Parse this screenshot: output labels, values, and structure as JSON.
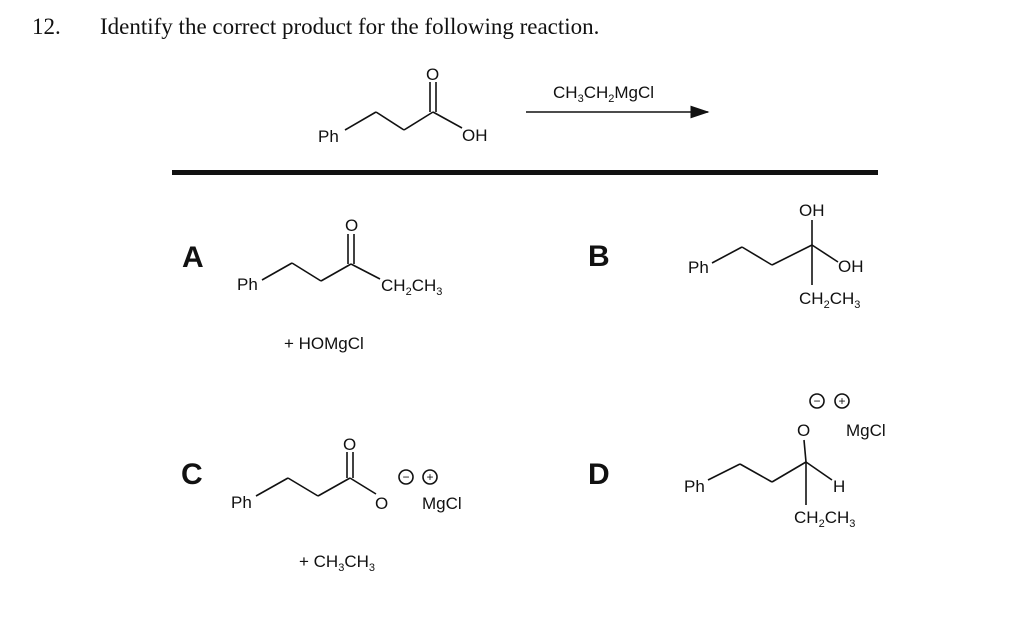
{
  "question": {
    "number": "12.",
    "text": "Identify the correct product for the following reaction."
  },
  "reaction": {
    "reactant": {
      "left_group": "Ph",
      "acid_group": "OH",
      "carbonyl_o": "O"
    },
    "reagent": {
      "p1": "CH",
      "s1": "3",
      "p2": "CH",
      "s2": "2",
      "p3": "MgCl"
    }
  },
  "options": {
    "A": {
      "letter": "A",
      "ph": "Ph",
      "carbonyl_o": "O",
      "ethyl": {
        "p1": "CH",
        "s1": "2",
        "p2": "CH",
        "s2": "3"
      },
      "byproduct": "+  HOMgCl"
    },
    "B": {
      "letter": "B",
      "ph": "Ph",
      "oh_top": "OH",
      "oh_right": "OH",
      "ethyl": {
        "p1": "CH",
        "s1": "2",
        "p2": "CH",
        "s2": "3"
      }
    },
    "C": {
      "letter": "C",
      "ph": "Ph",
      "carbonyl_o": "O",
      "alkoxide_o": "O",
      "minus": "−",
      "plus": "+",
      "metal": "MgCl",
      "byproduct": {
        "p1": "+  CH",
        "s1": "3",
        "p2": "CH",
        "s2": "3"
      }
    },
    "D": {
      "letter": "D",
      "ph": "Ph",
      "alkoxide_o": "O",
      "hydrogen": "H",
      "minus": "−",
      "plus": "+",
      "metal": "MgCl",
      "ethyl": {
        "p1": "CH",
        "s1": "2",
        "p2": "CH",
        "s2": "3"
      }
    }
  }
}
